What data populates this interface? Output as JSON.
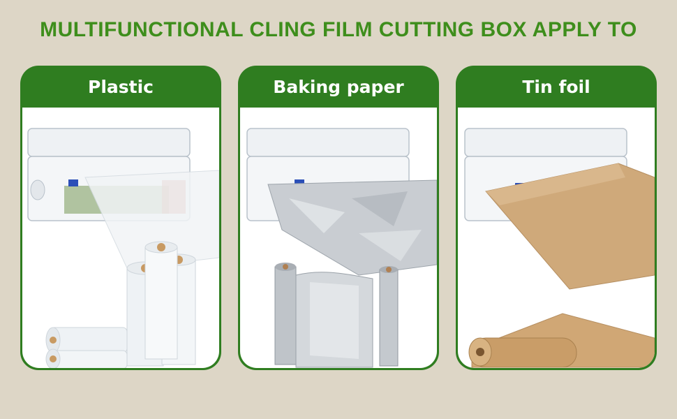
{
  "headline": "MULTIFUNCTIONAL CLING FILM CUTTING BOX APPLY TO",
  "cards": [
    {
      "label": "Plastic",
      "icon": "cling-film-dispenser-with-rolls"
    },
    {
      "label": "Baking paper",
      "icon": "foil-dispenser-with-foil-rolls"
    },
    {
      "label": "Tin foil",
      "icon": "baking-paper-dispenser-with-kraft-roll"
    }
  ],
  "colors": {
    "background": "#ddd6c6",
    "headline": "#3e8e1c",
    "card_header": "#2f7d20",
    "card_body": "#ffffff",
    "label": "#ffffff"
  }
}
